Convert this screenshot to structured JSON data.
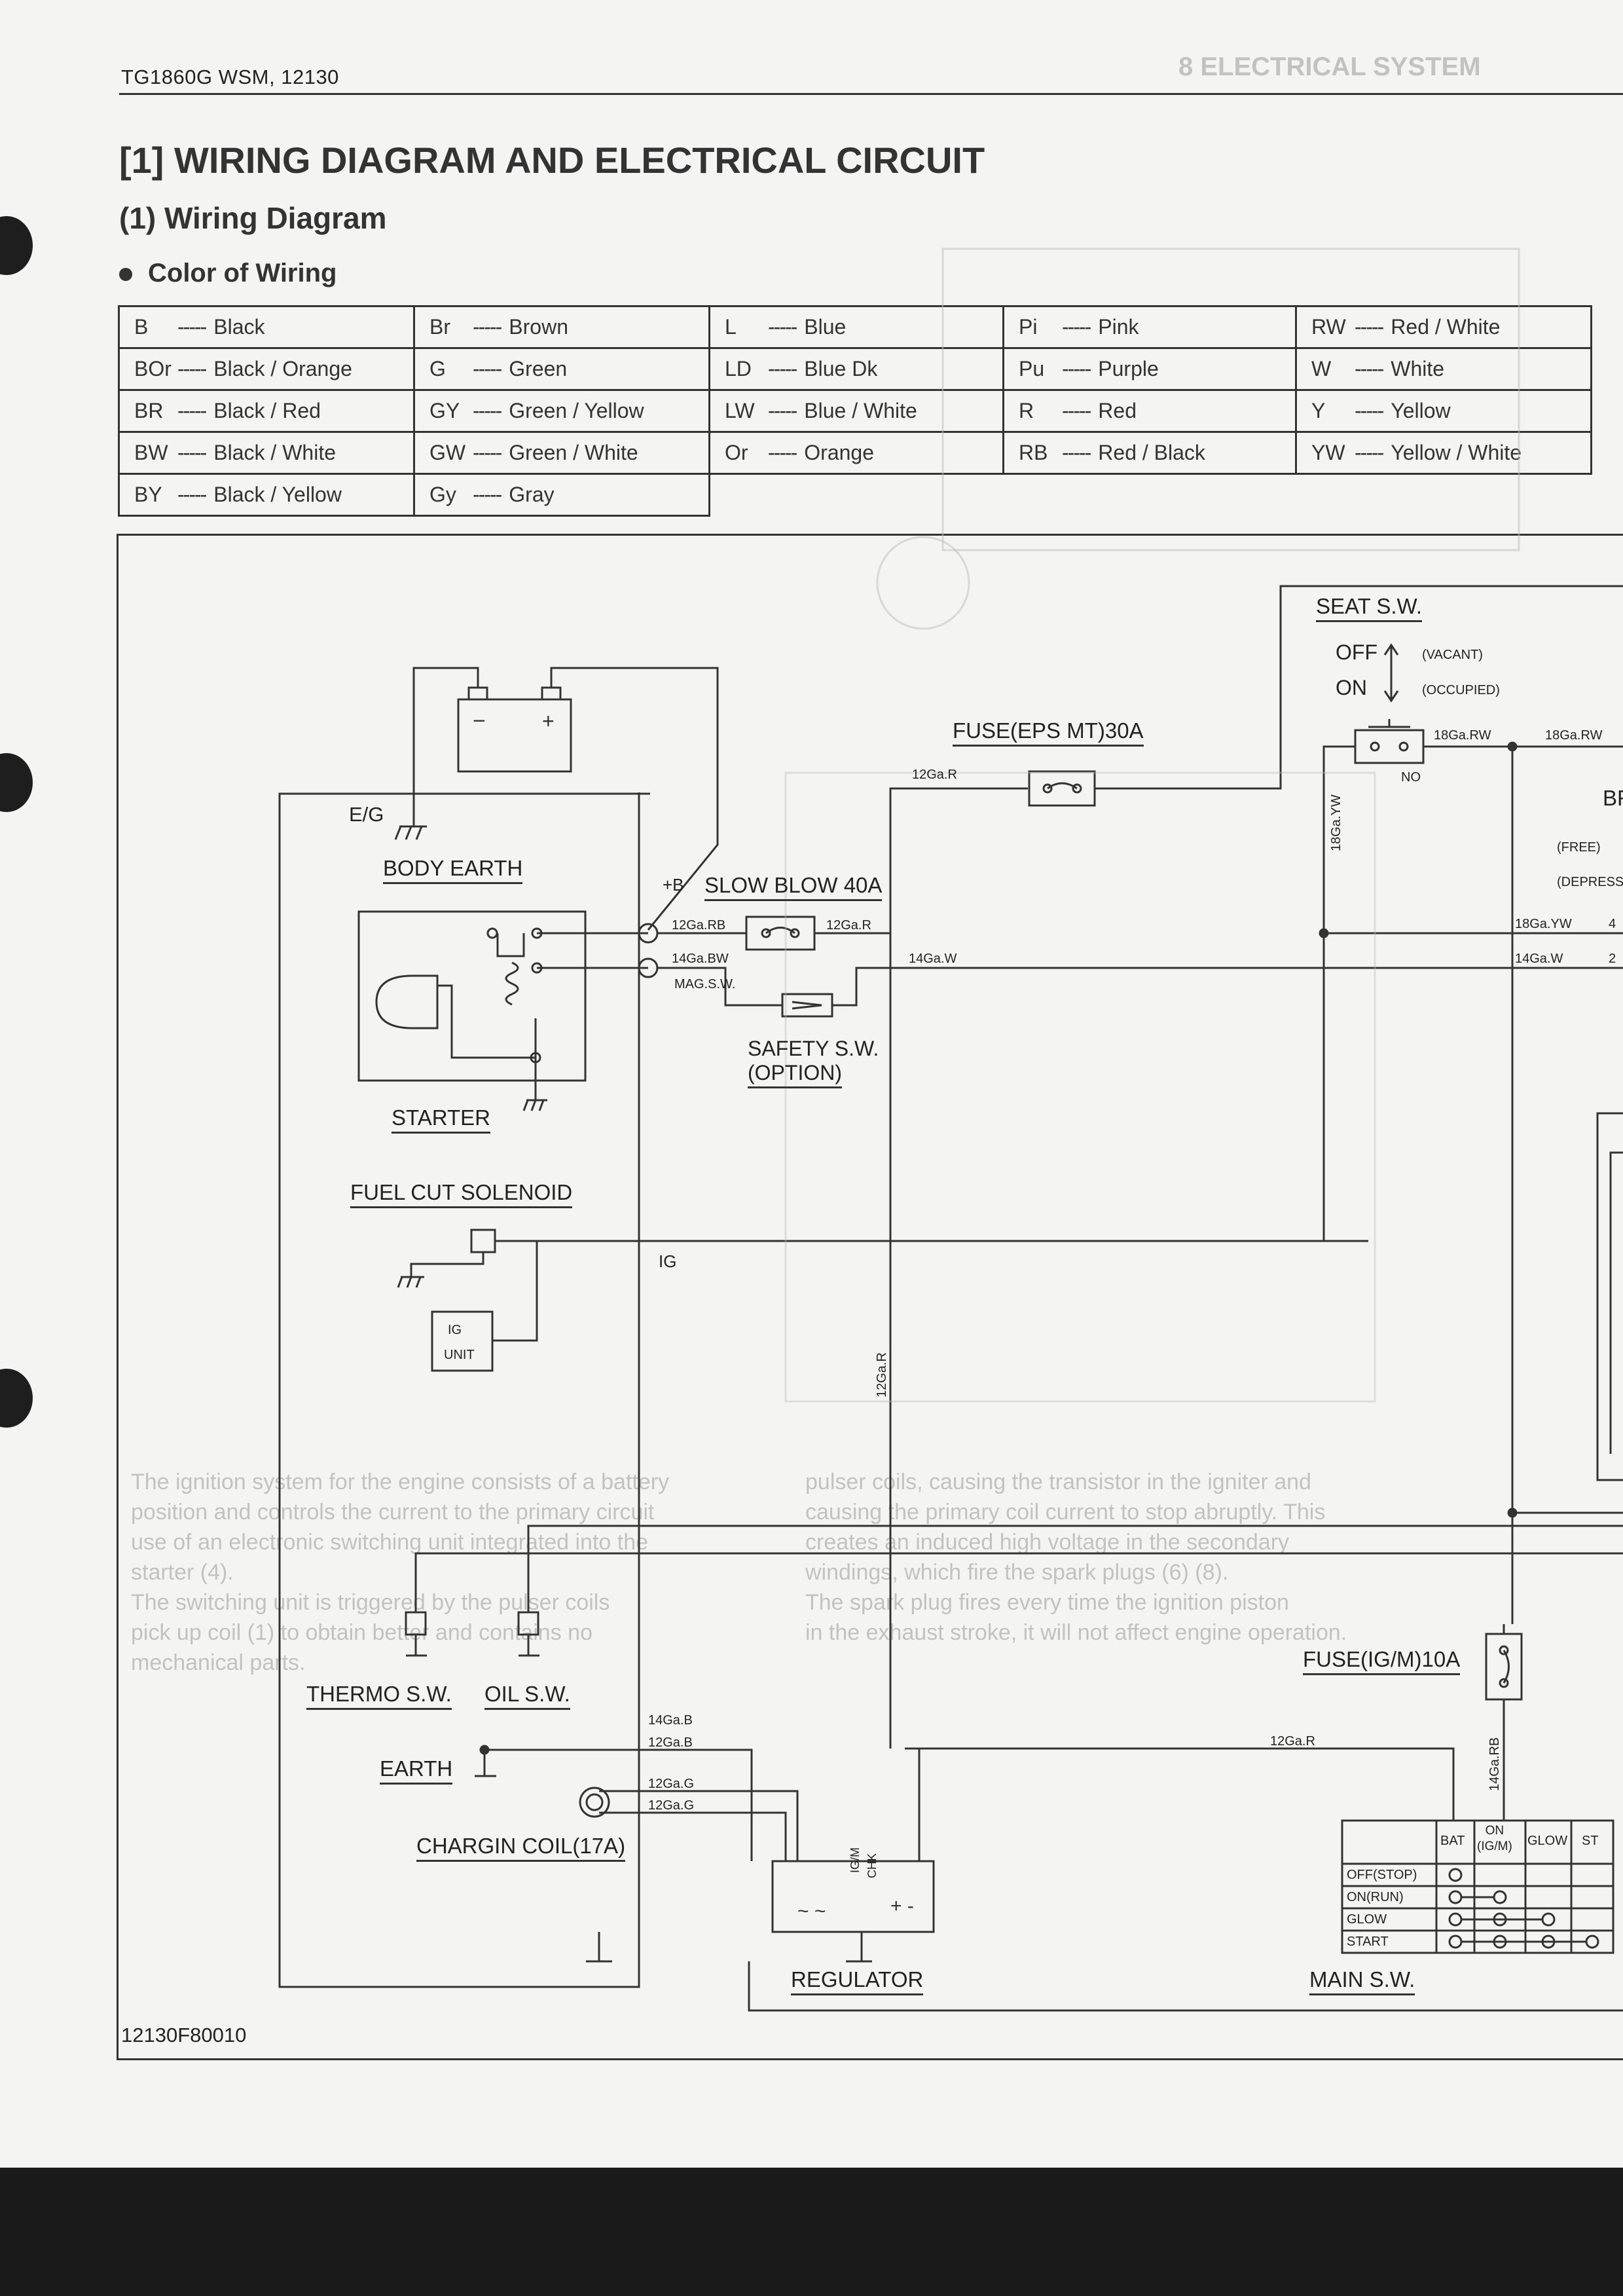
{
  "header": {
    "code": "TG1860G  WSM, 12130"
  },
  "title": "[1] WIRING DIAGRAM AND ELECTRICAL CIRCUIT",
  "subtitle": "(1) Wiring Diagram",
  "section": "Color of Wiring",
  "wire_colors": [
    [
      {
        "code": "B",
        "dash": "-----",
        "name": "Black"
      },
      {
        "code": "Br",
        "dash": "-----",
        "name": "Brown"
      },
      {
        "code": "L",
        "dash": "-----",
        "name": "Blue"
      },
      {
        "code": "Pi",
        "dash": "-----",
        "name": "Pink"
      },
      {
        "code": "RW",
        "dash": "-----",
        "name": "Red / White"
      }
    ],
    [
      {
        "code": "BOr",
        "dash": "-----",
        "name": "Black / Orange"
      },
      {
        "code": "G",
        "dash": "-----",
        "name": "Green"
      },
      {
        "code": "LD",
        "dash": "-----",
        "name": "Blue Dk"
      },
      {
        "code": "Pu",
        "dash": "-----",
        "name": "Purple"
      },
      {
        "code": "W",
        "dash": "-----",
        "name": "White"
      }
    ],
    [
      {
        "code": "BR",
        "dash": "-----",
        "name": "Black / Red"
      },
      {
        "code": "GY",
        "dash": "-----",
        "name": "Green / Yellow"
      },
      {
        "code": "LW",
        "dash": "-----",
        "name": "Blue / White"
      },
      {
        "code": "R",
        "dash": "-----",
        "name": "Red"
      },
      {
        "code": "Y",
        "dash": "-----",
        "name": "Yellow"
      }
    ],
    [
      {
        "code": "BW",
        "dash": "-----",
        "name": "Black / White"
      },
      {
        "code": "GW",
        "dash": "-----",
        "name": "Green / White"
      },
      {
        "code": "Or",
        "dash": "-----",
        "name": "Orange"
      },
      {
        "code": "RB",
        "dash": "-----",
        "name": "Red / Black"
      },
      {
        "code": "YW",
        "dash": "-----",
        "name": "Yellow / White"
      }
    ],
    [
      {
        "code": "BY",
        "dash": "-----",
        "name": "Black / Yellow"
      },
      {
        "code": "Gy",
        "dash": "-----",
        "name": "Gray"
      }
    ]
  ],
  "diagram": {
    "labels": {
      "eg": "E/G",
      "body_earth": "BODY EARTH",
      "plus_b": "+B",
      "slow_blow": "SLOW BLOW 40A",
      "fuse_eps": "FUSE(EPS MT)30A",
      "seat_sw": "SEAT S.W.",
      "off": "OFF",
      "on": "ON",
      "vacant": "(VACANT)",
      "occupied": "(OCCUPIED)",
      "no": "NO",
      "free": "(FREE)",
      "depress": "(DEPRESS",
      "br_cut": "BR",
      "mag_sw": "MAG.S.W.",
      "safety_sw": "SAFETY S.W.",
      "option": "(OPTION)",
      "starter": "STARTER",
      "fuel_cut": "FUEL CUT SOLENOID",
      "ig": "IG",
      "ig_unit_1": "IG",
      "ig_unit_2": "UNIT",
      "thermo_sw": "THERMO S.W.",
      "oil_sw": "OIL S.W.",
      "earth": "EARTH",
      "chargin": "CHARGIN COIL(17A)",
      "regulator": "REGULATOR",
      "fuse_igm": "FUSE(IG/M)10A",
      "main_sw": "MAIN S.W.",
      "reg_igm": "IG/M",
      "reg_chk": "CHK",
      "wire_12gar": "12Ga.R",
      "wire_12garb": "12Ga.RB",
      "wire_14gabw": "14Ga.BW",
      "wire_14gaw": "14Ga.W",
      "wire_18garw": "18Ga.RW",
      "wire_18gayw": "18Ga.YW",
      "wire_14gab": "14Ga.B",
      "wire_12gab": "12Ga.B",
      "wire_12gag": "12Ga.G",
      "wire_14garb": "14Ga.RB",
      "edge_4": "4",
      "edge_2": "2"
    },
    "main_switch": {
      "columns": [
        "BAT",
        "ON\n(IG/M)",
        "GLOW",
        "ST"
      ],
      "rows": [
        "OFF(STOP)",
        "ON(RUN)",
        "GLOW",
        "START"
      ]
    }
  },
  "figure_code": "12130F80010"
}
